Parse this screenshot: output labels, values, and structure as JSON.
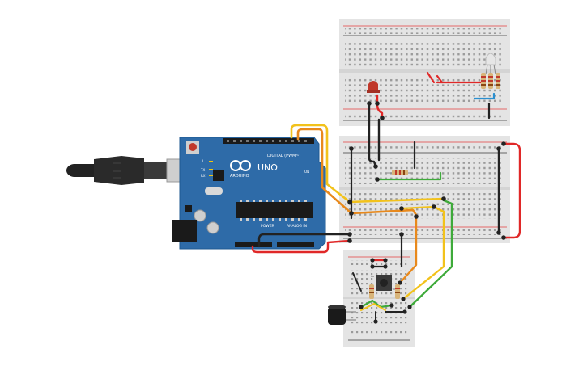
{
  "board": {
    "brand": "ARDUINO",
    "model": "UNO",
    "digital_label": "DIGITAL (PWM~)",
    "power_label": "POWER",
    "analog_label": "ANALOG IN",
    "tx_label": "TX",
    "rx_label": "RX",
    "l_label": "L",
    "on_label": "ON"
  },
  "colors": {
    "board": "#2E6BA8",
    "breadboard": "#E4E4E4",
    "wire_red": "#E02828",
    "wire_black": "#222222",
    "wire_yellow": "#F2C21B",
    "wire_orange": "#E8891C",
    "wire_green": "#3EAA3A",
    "wire_blue": "#2A8FD0"
  },
  "icons": [
    "usb-cable-icon",
    "arduino-logo-icon",
    "red-led-icon",
    "rgb-led-icon",
    "pushbutton-icon",
    "capacitor-icon",
    "resistor-icon"
  ]
}
